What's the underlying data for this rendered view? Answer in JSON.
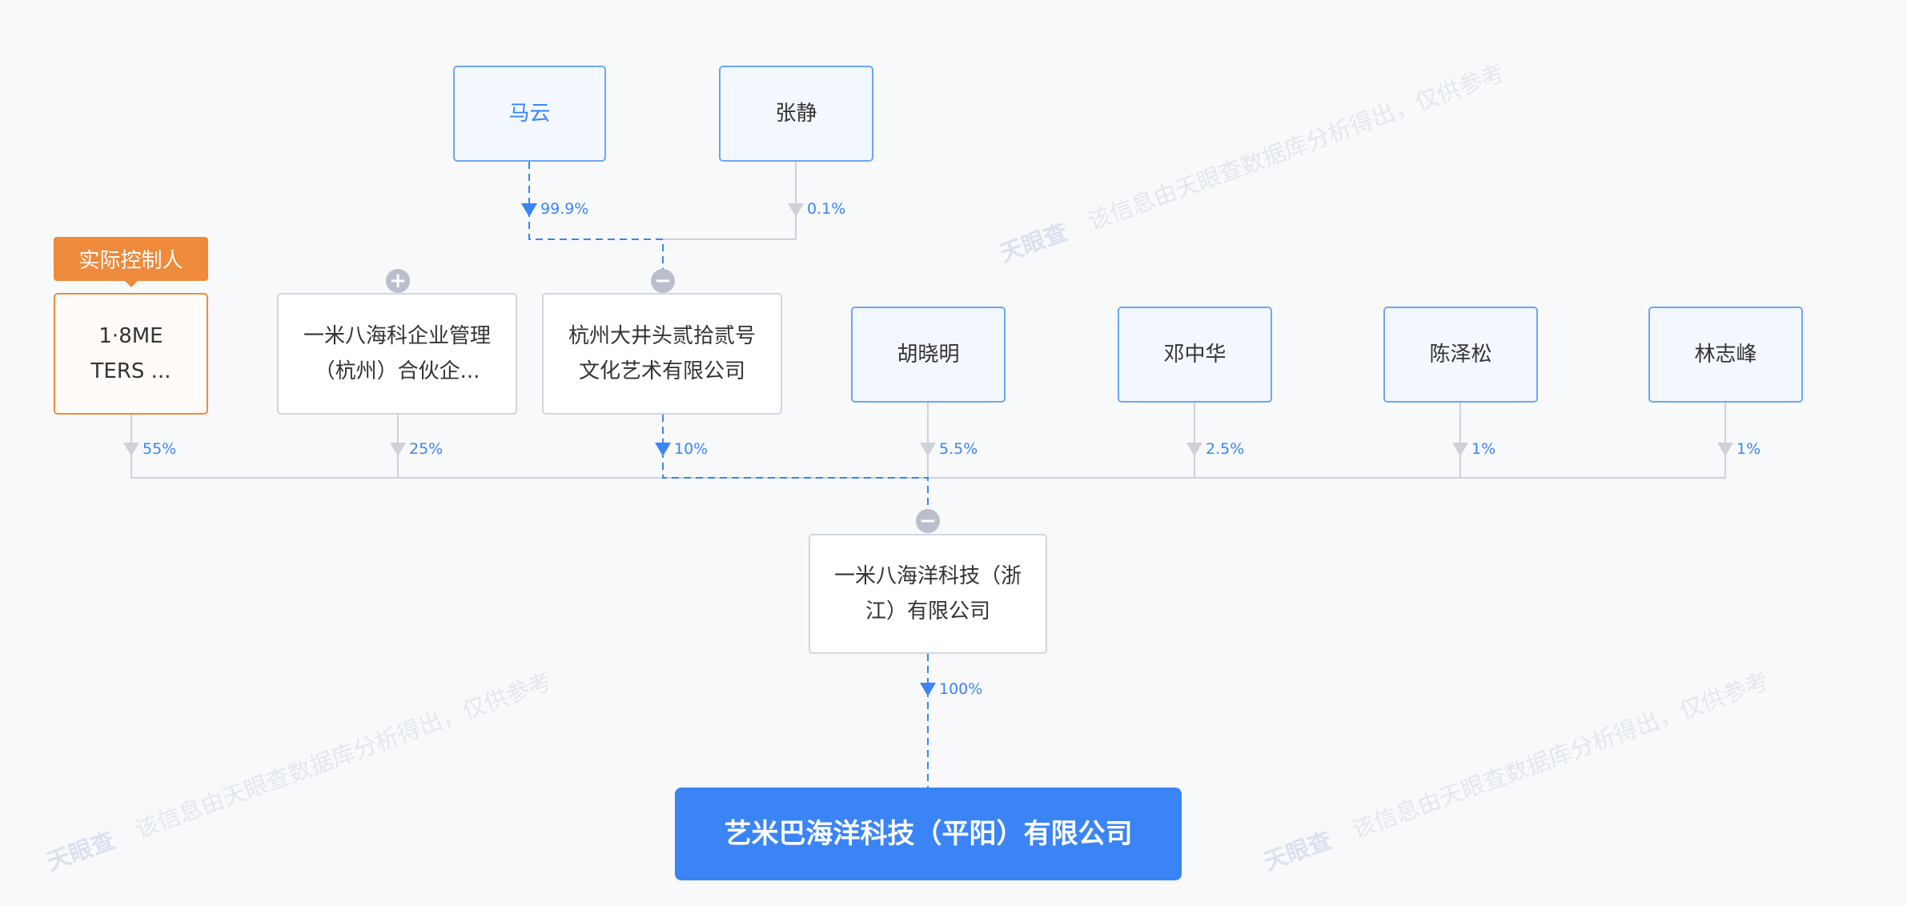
{
  "watermark": {
    "logo": "天眼查",
    "text": "该信息由天眼查数据库分析得出，仅供参考"
  },
  "controller_tag": "实际控制人",
  "shareholders_top": [
    {
      "name": "马云",
      "percent": "99.9%"
    },
    {
      "name": "张静",
      "percent": "0.1%"
    }
  ],
  "shareholders": [
    {
      "name_line1": "1·8ME",
      "name_line2": "TERS ...",
      "percent": "55%"
    },
    {
      "name_line1": "一米八海科企业管理",
      "name_line2": "（杭州）合伙企...",
      "percent": "25%"
    },
    {
      "name_line1": "杭州大井头贰拾贰号",
      "name_line2": "文化艺术有限公司",
      "percent": "10%"
    },
    {
      "name": "胡晓明",
      "percent": "5.5%"
    },
    {
      "name": "邓中华",
      "percent": "2.5%"
    },
    {
      "name": "陈泽松",
      "percent": "1%"
    },
    {
      "name": "林志峰",
      "percent": "1%"
    }
  ],
  "parent": {
    "name_line1": "一米八海洋科技（浙",
    "name_line2": "江）有限公司",
    "percent": "100%"
  },
  "target": {
    "name": "艺米巴海洋科技（平阳）有限公司"
  },
  "toggles": {
    "plus": "+",
    "minus": "−"
  },
  "colors": {
    "accent": "#3b84f6",
    "controller": "#ee8a3a",
    "edge": "#cdd1da"
  }
}
